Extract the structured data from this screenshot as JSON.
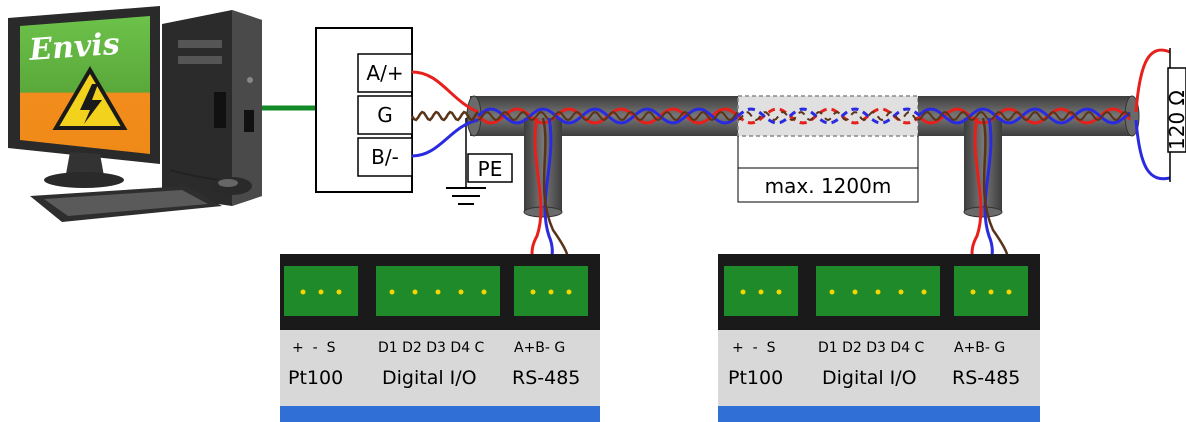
{
  "computer": {
    "logo_text": "Envis",
    "colors": {
      "screen_top": "#5fb13a",
      "screen_bottom": "#f28c1c",
      "tower": "#3a3a3a",
      "warning": "#f2d21c"
    }
  },
  "converter": {
    "terminals": [
      {
        "label": "A/+"
      },
      {
        "label": "G"
      },
      {
        "label": "B/-"
      }
    ],
    "ground_label": "PE"
  },
  "bus": {
    "distance_label": "max. 1200m",
    "terminator_label": "120 Ω",
    "wire_colors": {
      "a": "#e8201c",
      "b": "#2a2ae0",
      "g": "#5a3418",
      "cable": "#5a5a5a"
    }
  },
  "devices": [
    {
      "group_labels": {
        "pt100": "Pt100",
        "digital": "Digital I/O",
        "rs485": "RS-485"
      },
      "pin_labels": {
        "pt100": "+  -  S",
        "digital": "D1 D2 D3 D4 C",
        "rs485": "A+B- G"
      }
    },
    {
      "group_labels": {
        "pt100": "Pt100",
        "digital": "Digital I/O",
        "rs485": "RS-485"
      },
      "pin_labels": {
        "pt100": "+  -  S",
        "digital": "D1 D2 D3 D4 C",
        "rs485": "A+B- G"
      }
    }
  ]
}
